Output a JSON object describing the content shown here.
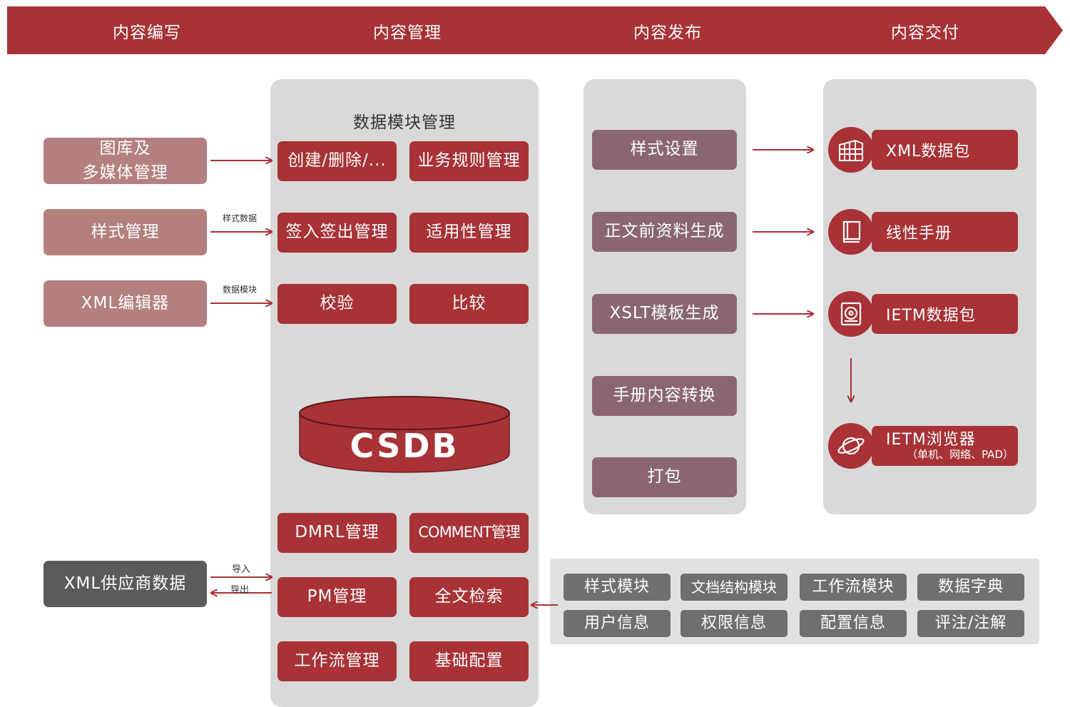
{
  "stages": [
    "内容编写",
    "内容管理",
    "内容发布",
    "内容交付"
  ],
  "authoring": {
    "media_lib": [
      "图库及",
      "多媒体管理"
    ],
    "style_mgmt": "样式管理",
    "xml_editor": "XML编辑器",
    "style_data_caption": "样式数据",
    "module_data_caption": "数据模块",
    "supplier": "XML供应商数据",
    "import_caption": "导入",
    "export_caption": "导出"
  },
  "management": {
    "title": "数据模块管理",
    "buttons": [
      "创建/删除/...",
      "业务规则管理",
      "签入签出管理",
      "适用性管理",
      "校验",
      "比较"
    ],
    "csdb": "CSDB",
    "lower_buttons": [
      "DMRL管理",
      "COMMENT管理",
      "PM管理",
      "全文检索",
      "工作流管理",
      "基础配置"
    ]
  },
  "publishing": {
    "steps": [
      "样式设置",
      "正文前资料生成",
      "XSLT模板生成",
      "手册内容转换",
      "打包"
    ]
  },
  "delivery": {
    "items": [
      {
        "label": "XML数据包",
        "icon": "building-grid-icon"
      },
      {
        "label": "线性手册",
        "icon": "book-icon"
      },
      {
        "label": "IETM数据包",
        "icon": "disc-package-icon"
      },
      {
        "label": "IETM浏览器",
        "sub": "（单机、网络、PAD）",
        "icon": "planet-icon"
      }
    ]
  },
  "modules": [
    "样式模块",
    "文档结构模块",
    "工作流模块",
    "数据字典",
    "用户信息",
    "权限信息",
    "配置信息",
    "评注/注解"
  ],
  "colors": {
    "accent": "#a83236",
    "pink": "#b3807f",
    "mauve": "#8a6673",
    "dark": "#5b5b5b",
    "panel": "#d9d9d9"
  }
}
